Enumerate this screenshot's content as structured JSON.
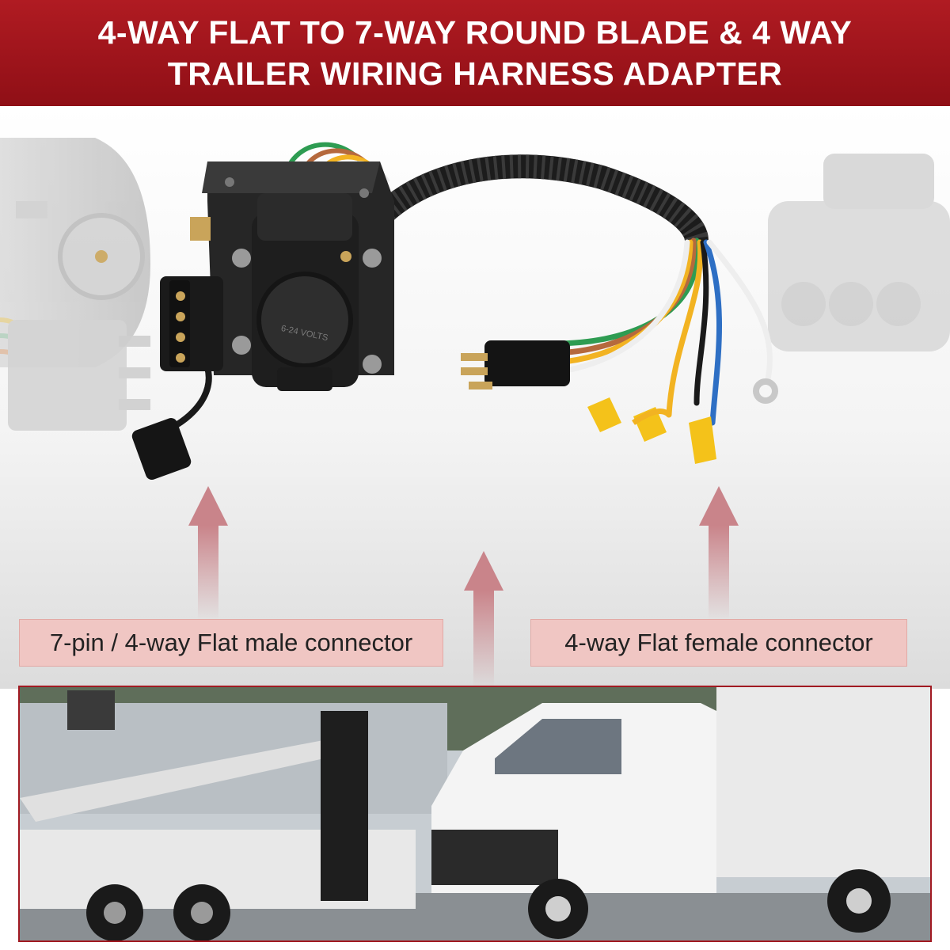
{
  "header": {
    "title_line1": "4-WAY FLAT TO 7-WAY ROUND BLADE & 4 WAY",
    "title_line2": "TRAILER WIRING HARNESS ADAPTER"
  },
  "product": {
    "socket_marking": "6-24 VOLTS"
  },
  "labels": {
    "left": "7-pin / 4-way Flat male connector",
    "right": "4-way Flat female connector"
  },
  "colors": {
    "banner": "#a11a22",
    "arrow": "#c9848a",
    "label_bg": "#f0c6c3",
    "wire_green": "#2e9c52",
    "wire_brown": "#b5693d",
    "wire_yellow": "#f2b322",
    "wire_white": "#eeeeee",
    "wire_blue": "#2e6fc4",
    "wire_black": "#1a1a1a",
    "terminal_yellow": "#f4c21a"
  }
}
